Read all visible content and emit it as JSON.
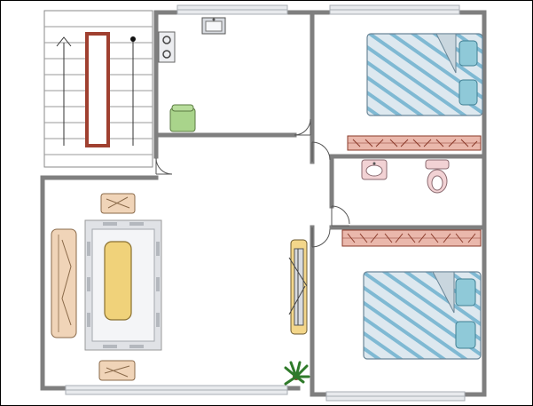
{
  "plan": {
    "wall_color": "#7f7f7f",
    "border_color": "#000000",
    "background": "#ffffff",
    "window_fill": "#e8eaed",
    "window_frame": "#a9aeb4"
  },
  "rooms": [
    {
      "id": "stairwell",
      "fixtures": [
        "staircase"
      ]
    },
    {
      "id": "kitchen",
      "fixtures": [
        "sink",
        "stove",
        "trash-bin"
      ]
    },
    {
      "id": "bedroom-north",
      "fixtures": [
        "double-bed",
        "wardrobe"
      ]
    },
    {
      "id": "bathroom",
      "fixtures": [
        "washbasin",
        "toilet"
      ]
    },
    {
      "id": "living-room",
      "fixtures": [
        "sofa",
        "armchair",
        "armchair",
        "coffee-table",
        "rug",
        "tv-stand",
        "potted-plant"
      ]
    },
    {
      "id": "bedroom-south",
      "fixtures": [
        "double-bed",
        "wardrobe"
      ]
    }
  ],
  "colors": {
    "bed_sheet": "#dde8ef",
    "bed_stripe": "#7fb9d3",
    "pillow": "#8fc9d8",
    "wardrobe": "#eab8ac",
    "wardrobe_line": "#8a3a2a",
    "stair_rail": "#a04030",
    "sofa": "#f0d4b8",
    "sofa_line": "#8a6a4a",
    "table": "#f0d27a",
    "rug": "#e0e2e6",
    "trash_bin": "#a9d48b",
    "bath_fixture": "#f2d2d4",
    "plant": "#2f7a2a"
  }
}
